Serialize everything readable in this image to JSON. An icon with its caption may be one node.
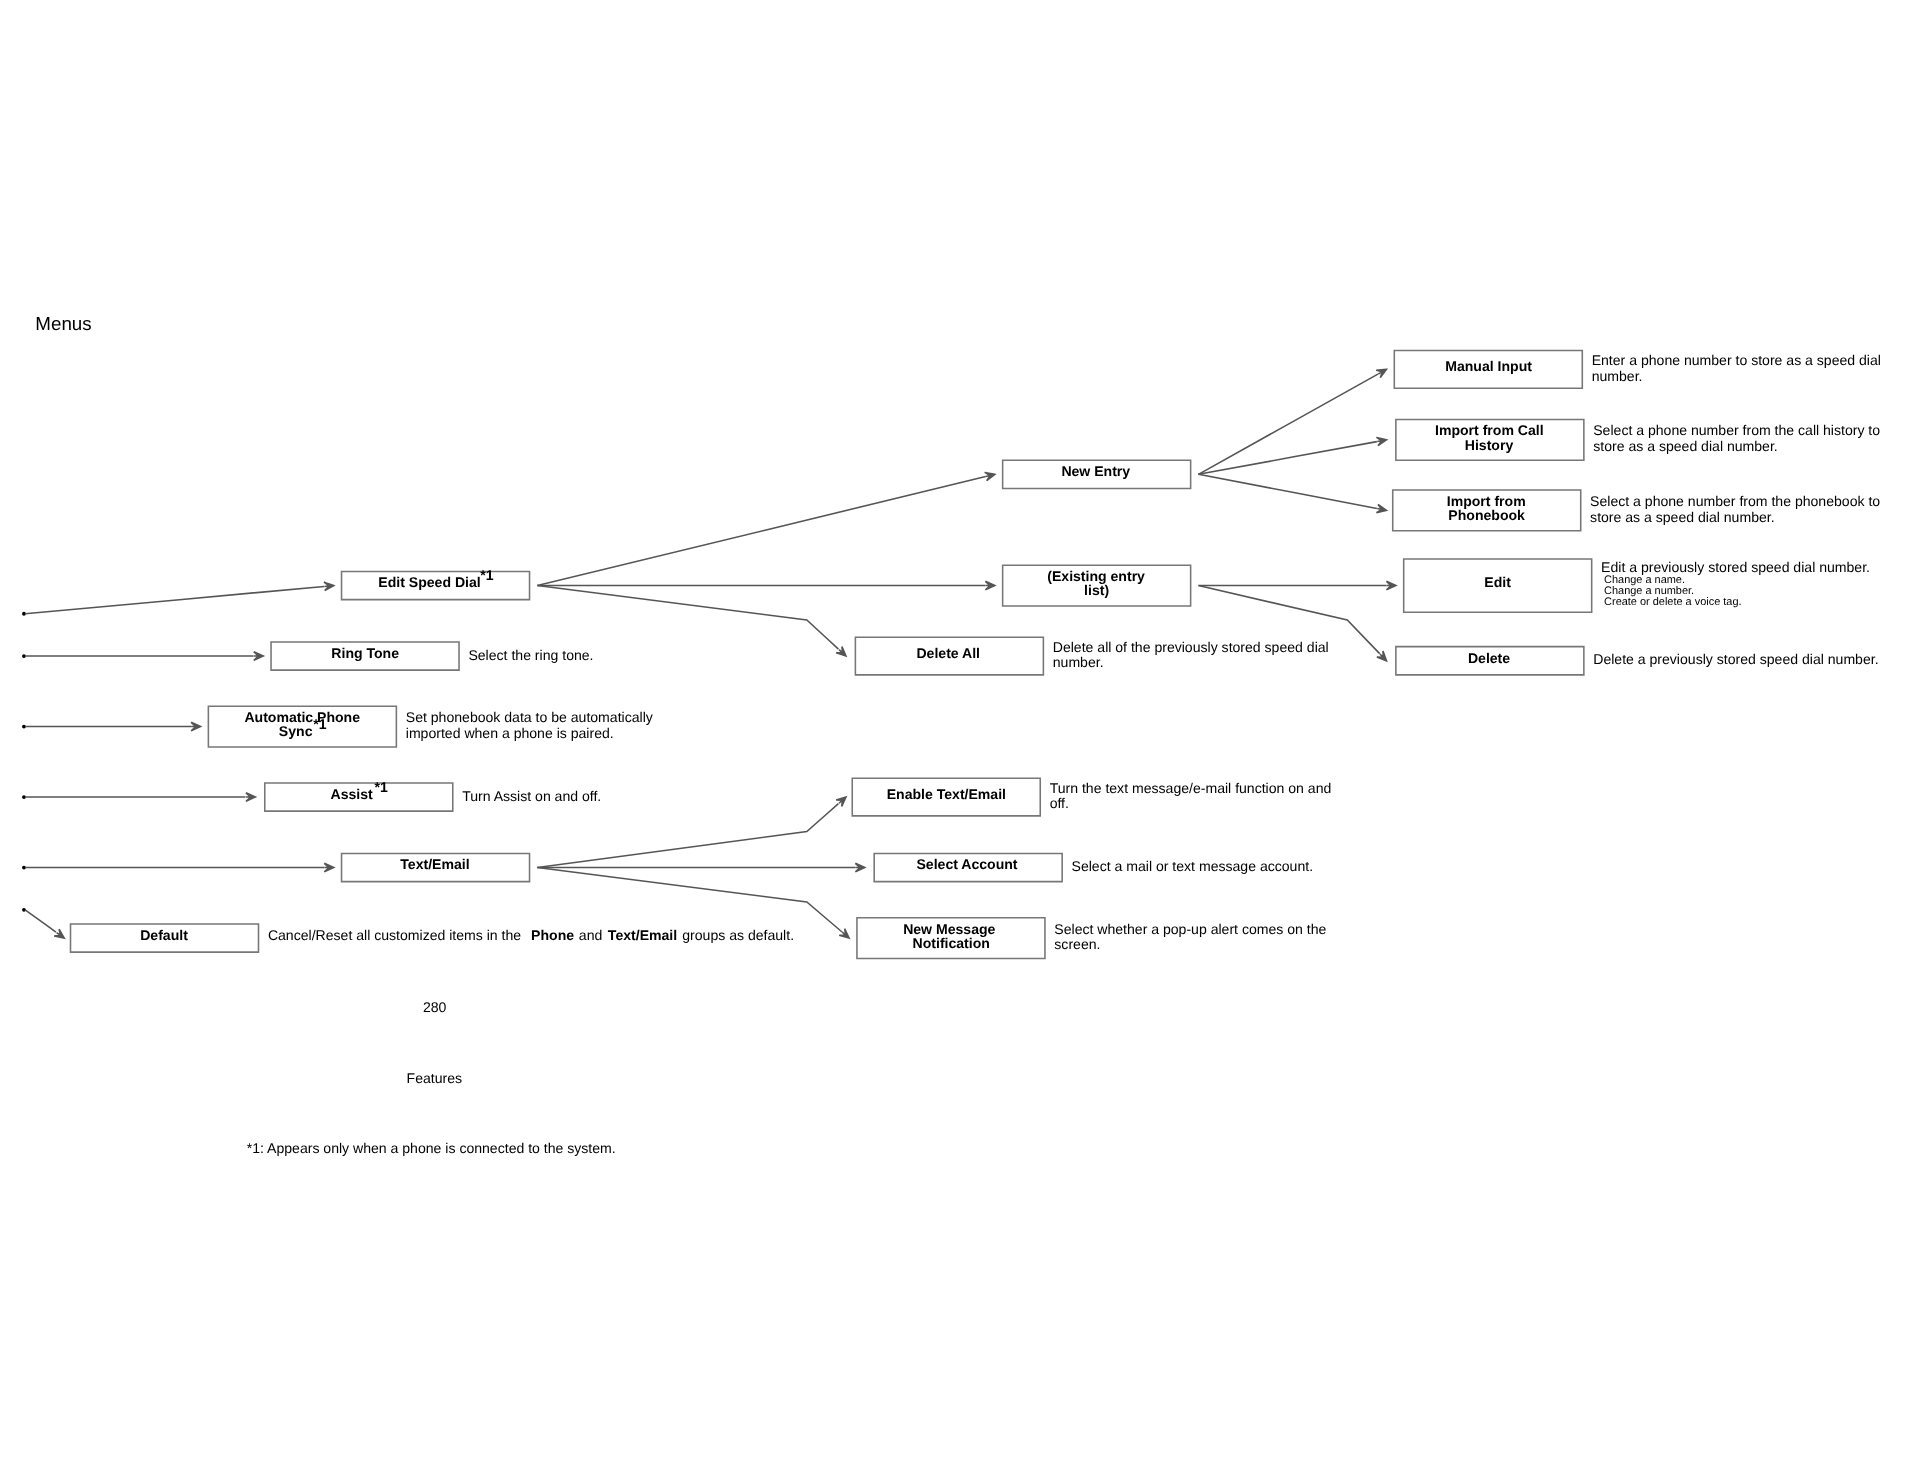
{
  "diagram": {
    "title": "Menus",
    "nodes": [
      {
        "text": [
          "Edit Speed Dial$^{*1}$"
        ]
      },
      {
        "text": [
          "New Entry"
        ]
      },
      {
        "text": [
          "Manual Input"
        ],
        "beside": [
          "Enter a phone number to store as a speed dial number."
        ]
      },
      {
        "text": [
          "Import from Call History"
        ],
        "beside": [
          "Select a phone number from the call history to store as a speed dial number."
        ]
      },
      {
        "text": [
          "Import from Phonebook"
        ],
        "beside": [
          "Select a phone number from the phonebook to store as a speed dial number."
        ]
      },
      {
        "text": [
          "(Existing entry list)"
        ]
      },
      {
        "text": [
          "Edit"
        ],
        "beside": [
          "Edit a previously stored speed dial number.",
          "Change a name.",
          "Change a number.",
          "Create or delete a voice tag."
        ]
      },
      {
        "text": [
          "Delete"
        ],
        "beside": [
          "Delete a previously stored speed dial number."
        ]
      },
      {
        "text": [
          "Delete All"
        ],
        "beside": [
          "Delete all of the previously stored speed dial number."
        ]
      },
      {
        "text": [
          "Ring Tone"
        ],
        "beside": [
          "Select the ring tone."
        ]
      },
      {
        "text": [
          "Automatic Phone Sync$^{*1}$"
        ],
        "beside": [
          "Set phonebook data to be automatically imported when a phone is paired."
        ]
      },
      {
        "text": [
          "Assist$^{*1}$"
        ],
        "beside": [
          "Turn Assist on and off."
        ]
      },
      {
        "text": [
          "Text/Email"
        ]
      },
      {
        "text": [
          "Enable Text/Email"
        ],
        "beside": [
          "Turn the text message/e-mail function on and off."
        ]
      },
      {
        "text": [
          "Select Account"
        ],
        "beside": [
          "Select a mail or text message account."
        ]
      },
      {
        "text": [
          "New Message Notification"
        ],
        "beside": [
          "Select whether a pop-up alert comes on the screen."
        ]
      },
      {
        "text": [
          "Default"
        ],
        "beside": [
          "Cancel/Reset all customized items in the **Phone** and **Text/Email** groups as default."
        ]
      }
    ],
    "edges": [
      {
        "from": null,
        "to": 0,
        "arrow": "to"
      },
      {
        "from": 0,
        "to": 1,
        "arrow": "to"
      },
      {
        "from": 1,
        "to": 2,
        "arrow": "to"
      },
      {
        "from": 1,
        "to": 3,
        "arrow": "to"
      },
      {
        "from": 1,
        "to": 4,
        "arrow": "to"
      },
      {
        "from": 0,
        "to": 5,
        "arrow": "to"
      },
      {
        "from": 5,
        "to": 6,
        "arrow": "to"
      },
      {
        "from": 5,
        "to": 7,
        "arrow": "to"
      },
      {
        "from": 0,
        "to": 8,
        "arrow": "to"
      },
      {
        "from": null,
        "to": 9,
        "arrow": "to"
      },
      {
        "from": null,
        "to": 10,
        "arrow": "to"
      },
      {
        "from": null,
        "to": 11,
        "arrow": "to"
      },
      {
        "from": null,
        "to": 12,
        "arrow": "to"
      },
      {
        "from": 12,
        "to": 13,
        "arrow": "to"
      },
      {
        "from": 12,
        "to": 14,
        "arrow": "to"
      },
      {
        "from": 12,
        "to": 15,
        "arrow": "to"
      },
      {
        "from": null,
        "to": 16,
        "arrow": "to"
      }
    ],
    "labels": [
      "280",
      "Features",
      "*1: Appears only when a phone is connected to the system."
    ]
  }
}
